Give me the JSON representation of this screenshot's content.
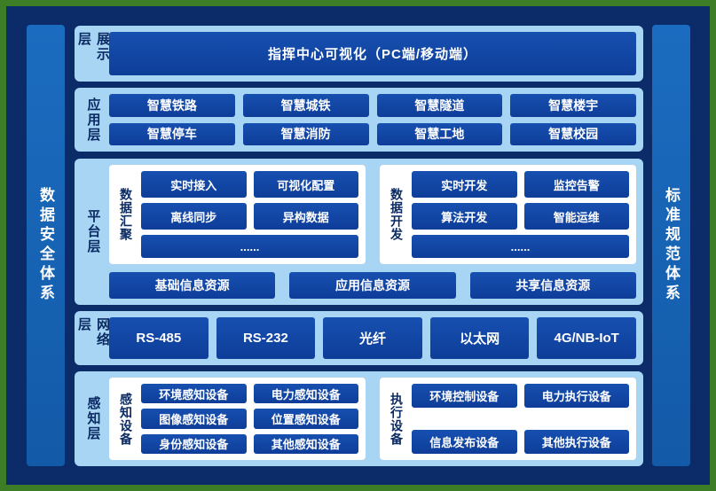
{
  "colors": {
    "border-green": "#3c7d26",
    "navy": "#0b2c69",
    "layer-blue": "#a9d5f4",
    "box-blue": "#0e3d99",
    "box-blue-light": "#1750b0",
    "pillar-blue": "#1767b8",
    "panel-white": "#ffffff",
    "label-navy": "#0a2a63"
  },
  "pillars": {
    "left": "数据安全体系",
    "right": "标准规范体系"
  },
  "layers": {
    "display": {
      "label": "展示层",
      "item": "指挥中心可视化（PC端/移动端）"
    },
    "application": {
      "label": "应用层",
      "items": [
        "智慧铁路",
        "智慧城铁",
        "智慧隧道",
        "智慧楼宇",
        "智慧停车",
        "智慧消防",
        "智慧工地",
        "智慧校园"
      ]
    },
    "platform": {
      "label": "平台层",
      "groups": [
        {
          "label": "数据汇聚",
          "items": [
            "实时接入",
            "可视化配置",
            "离线同步",
            "异构数据",
            "......"
          ]
        },
        {
          "label": "数据开发",
          "items": [
            "实时开发",
            "监控告警",
            "算法开发",
            "智能运维",
            "......"
          ]
        }
      ],
      "resources": [
        "基础信息资源",
        "应用信息资源",
        "共享信息资源"
      ]
    },
    "network": {
      "label": "网络层",
      "items": [
        "RS-485",
        "RS-232",
        "光纤",
        "以太网",
        "4G/NB-IoT"
      ]
    },
    "perception": {
      "label": "感知层",
      "groups": [
        {
          "label": "感知设备",
          "items": [
            "环境感知设备",
            "电力感知设备",
            "图像感知设备",
            "位置感知设备",
            "身份感知设备",
            "其他感知设备"
          ]
        },
        {
          "label": "执行设备",
          "items": [
            "环境控制设备",
            "电力执行设备",
            "信息发布设备",
            "其他执行设备"
          ]
        }
      ]
    }
  }
}
